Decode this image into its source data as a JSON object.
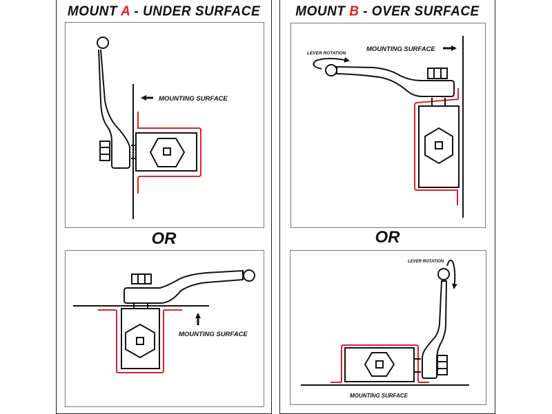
{
  "colors": {
    "accent": "#e31e24",
    "ink": "#111111",
    "frame": "#777777"
  },
  "panels": [
    {
      "id": "a",
      "title_prefix": "MOUNT ",
      "title_letter": "A",
      "title_suffix": " - UNDER SURFACE",
      "separator": "OR",
      "top": {
        "label": "MOUNTING SURFACE"
      },
      "bottom": {
        "label": "MOUNTING SURFACE"
      }
    },
    {
      "id": "b",
      "title_prefix": "MOUNT ",
      "title_letter": "B",
      "title_suffix": " - OVER SURFACE",
      "separator": "OR",
      "top": {
        "label": "MOUNTING SURFACE",
        "rotation_label": "LEVER ROTATION"
      },
      "bottom": {
        "label": "MOUNTING SURFACE",
        "rotation_label": "LEVER ROTATION"
      }
    }
  ]
}
